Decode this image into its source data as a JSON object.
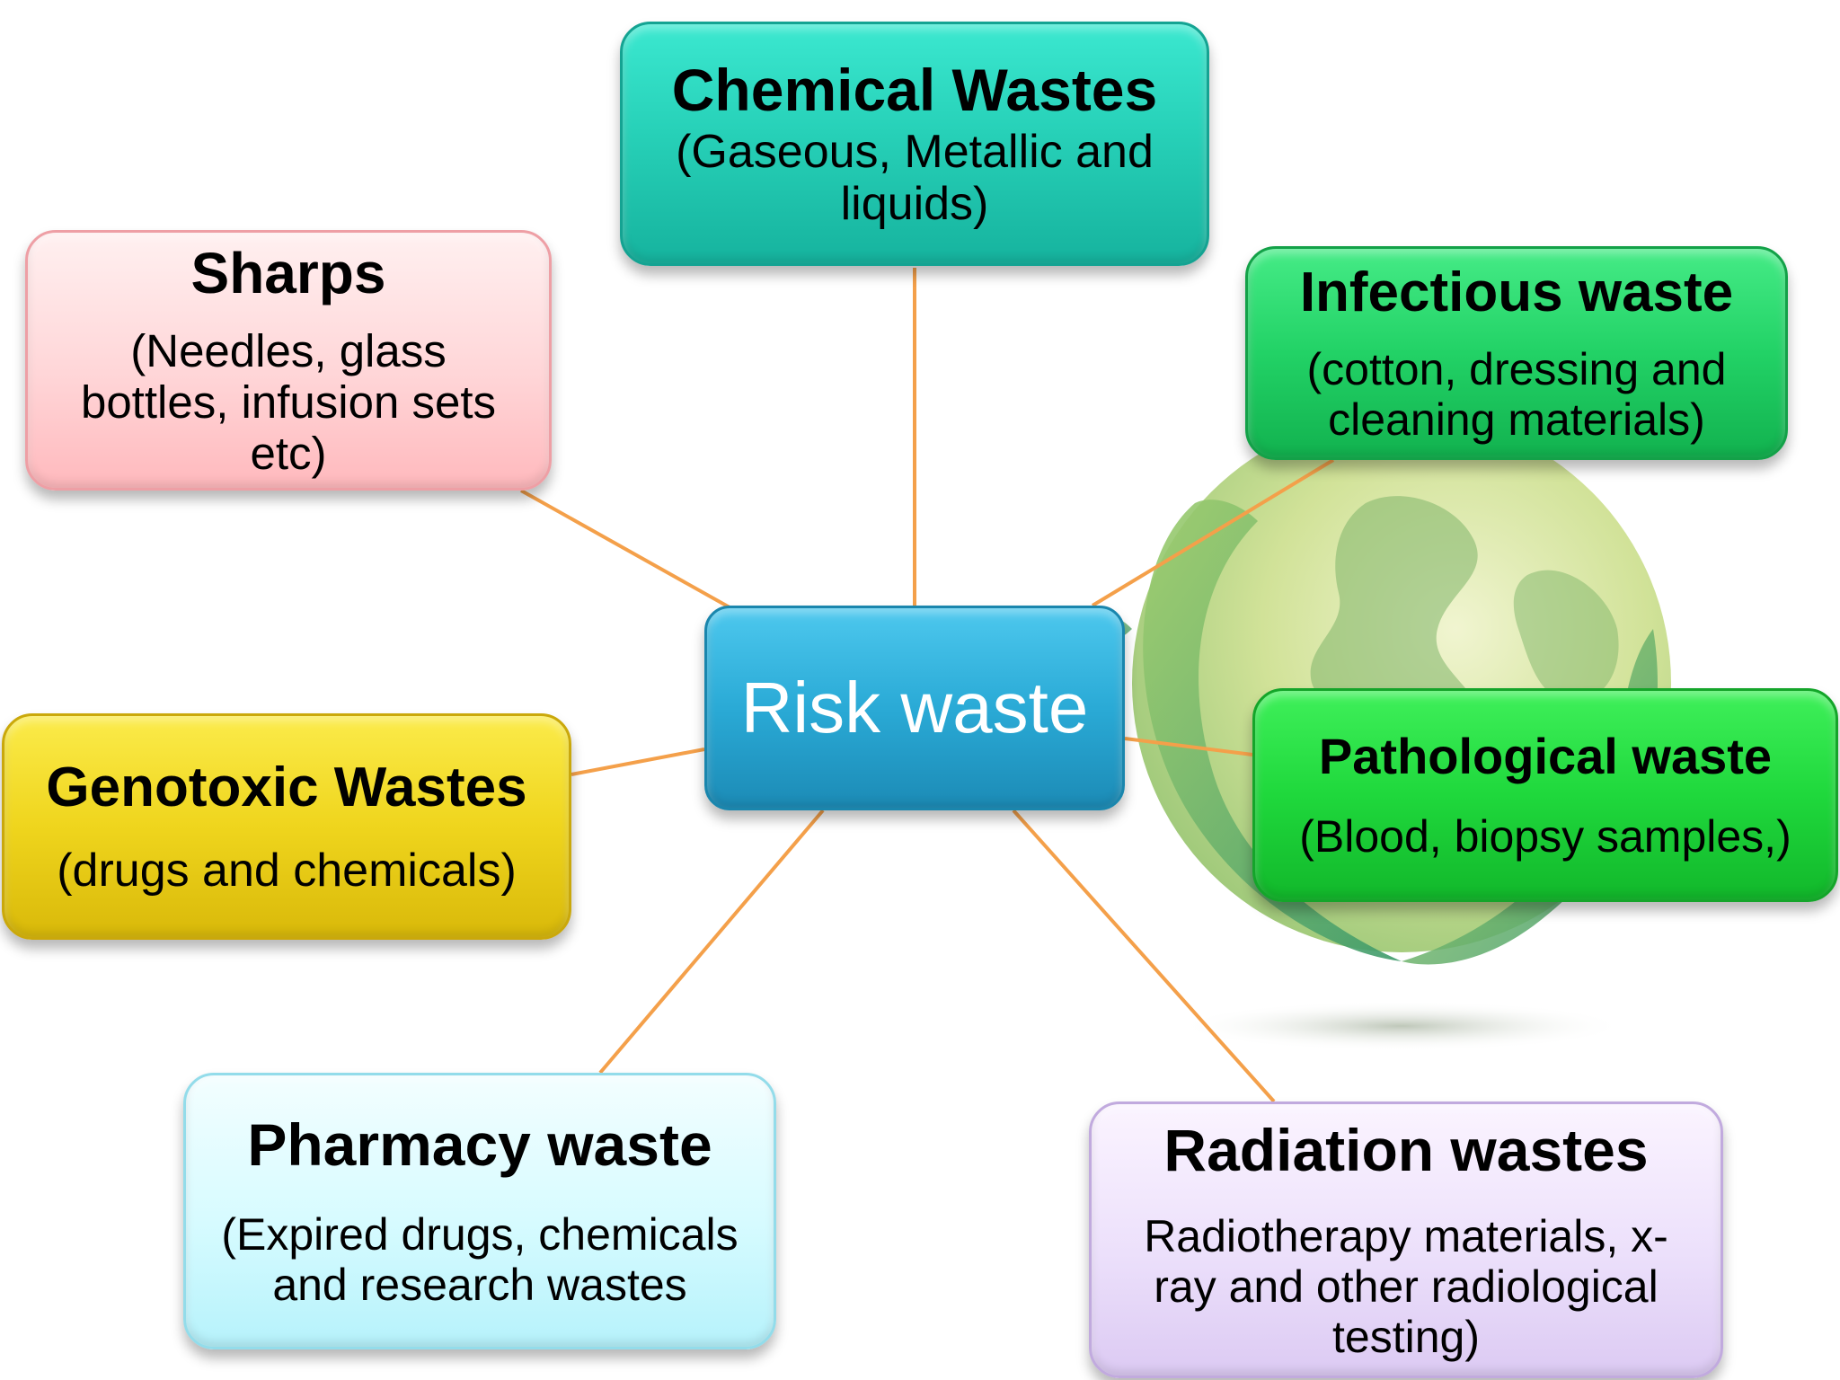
{
  "diagram": {
    "center": {
      "label": "Risk waste"
    },
    "categories": [
      {
        "id": "chemical",
        "title": "Chemical Wastes",
        "description": "(Gaseous, Metallic and liquids)",
        "color": "#27d1b8"
      },
      {
        "id": "sharps",
        "title": "Sharps",
        "description": "(Needles, glass bottles, infusion sets etc)",
        "color": "#ffd6d8"
      },
      {
        "id": "infectious",
        "title": "Infectious waste",
        "description": "(cotton, dressing and cleaning materials)",
        "color": "#22d266"
      },
      {
        "id": "genotoxic",
        "title": "Genotoxic Wastes",
        "description": "(drugs and chemicals)",
        "color": "#efd51d"
      },
      {
        "id": "pathological",
        "title": "Pathological waste",
        "description": "(Blood, biopsy samples,)",
        "color": "#1fd83c"
      },
      {
        "id": "pharmacy",
        "title": "Pharmacy waste",
        "description": "(Expired drugs, chemicals and research wastes",
        "color": "#d6fbff"
      },
      {
        "id": "radiation",
        "title": "Radiation wastes",
        "description": "Radiotherapy materials, x-ray and other radiological testing)",
        "color": "#ece0fb"
      }
    ],
    "connector_color": "#f4a04a",
    "center_color": "#2aaad6",
    "background_art": "globe-with-leaves-icon"
  }
}
